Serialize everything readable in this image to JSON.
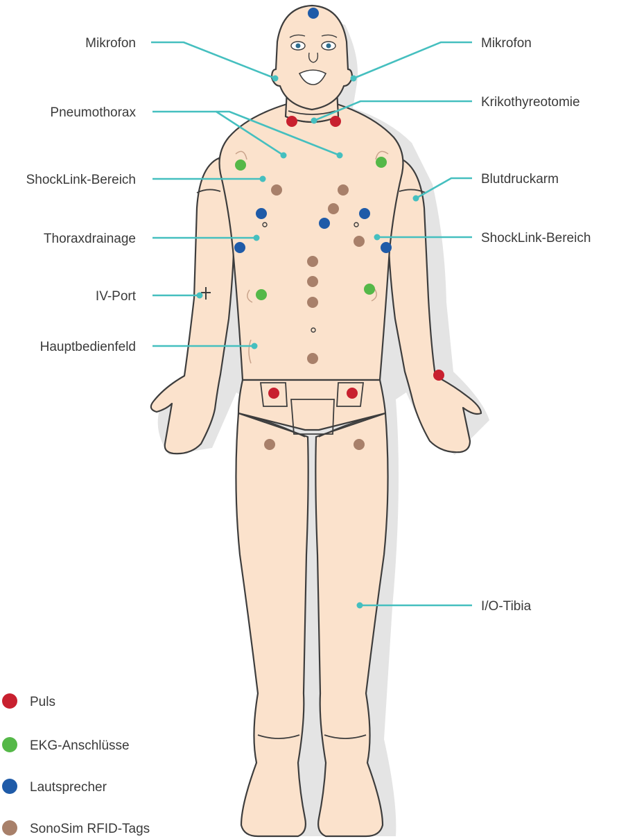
{
  "callouts": [
    {
      "id": "mikrofon-left",
      "text": "Mikrofon"
    },
    {
      "id": "mikrofon-right",
      "text": "Mikrofon"
    },
    {
      "id": "pneumothorax",
      "text": "Pneumothorax"
    },
    {
      "id": "krikothyreotomie",
      "text": "Krikothyreotomie"
    },
    {
      "id": "shocklink-left",
      "text": "ShockLink-Bereich"
    },
    {
      "id": "blutdruckarm",
      "text": "Blutdruckarm"
    },
    {
      "id": "thoraxdrainage",
      "text": "Thoraxdrainage"
    },
    {
      "id": "shocklink-right",
      "text": "ShockLink-Bereich"
    },
    {
      "id": "iv-port",
      "text": "IV-Port"
    },
    {
      "id": "hauptbedienfeld",
      "text": "Hauptbedienfeld"
    },
    {
      "id": "io-tibia",
      "text": "I/O-Tibia"
    }
  ],
  "legend": [
    {
      "name": "Puls",
      "color": "#c8202f"
    },
    {
      "name": "EKG-Anschlüsse",
      "color": "#55b848"
    },
    {
      "name": "Lautsprecher",
      "color": "#1f5ba8"
    },
    {
      "name": "SonoSim RFID-Tags",
      "color": "#a8806a"
    }
  ],
  "colors": {
    "leader": "#45bfbf",
    "skin": "#fbe2cc",
    "outline": "#3d3d3d"
  }
}
